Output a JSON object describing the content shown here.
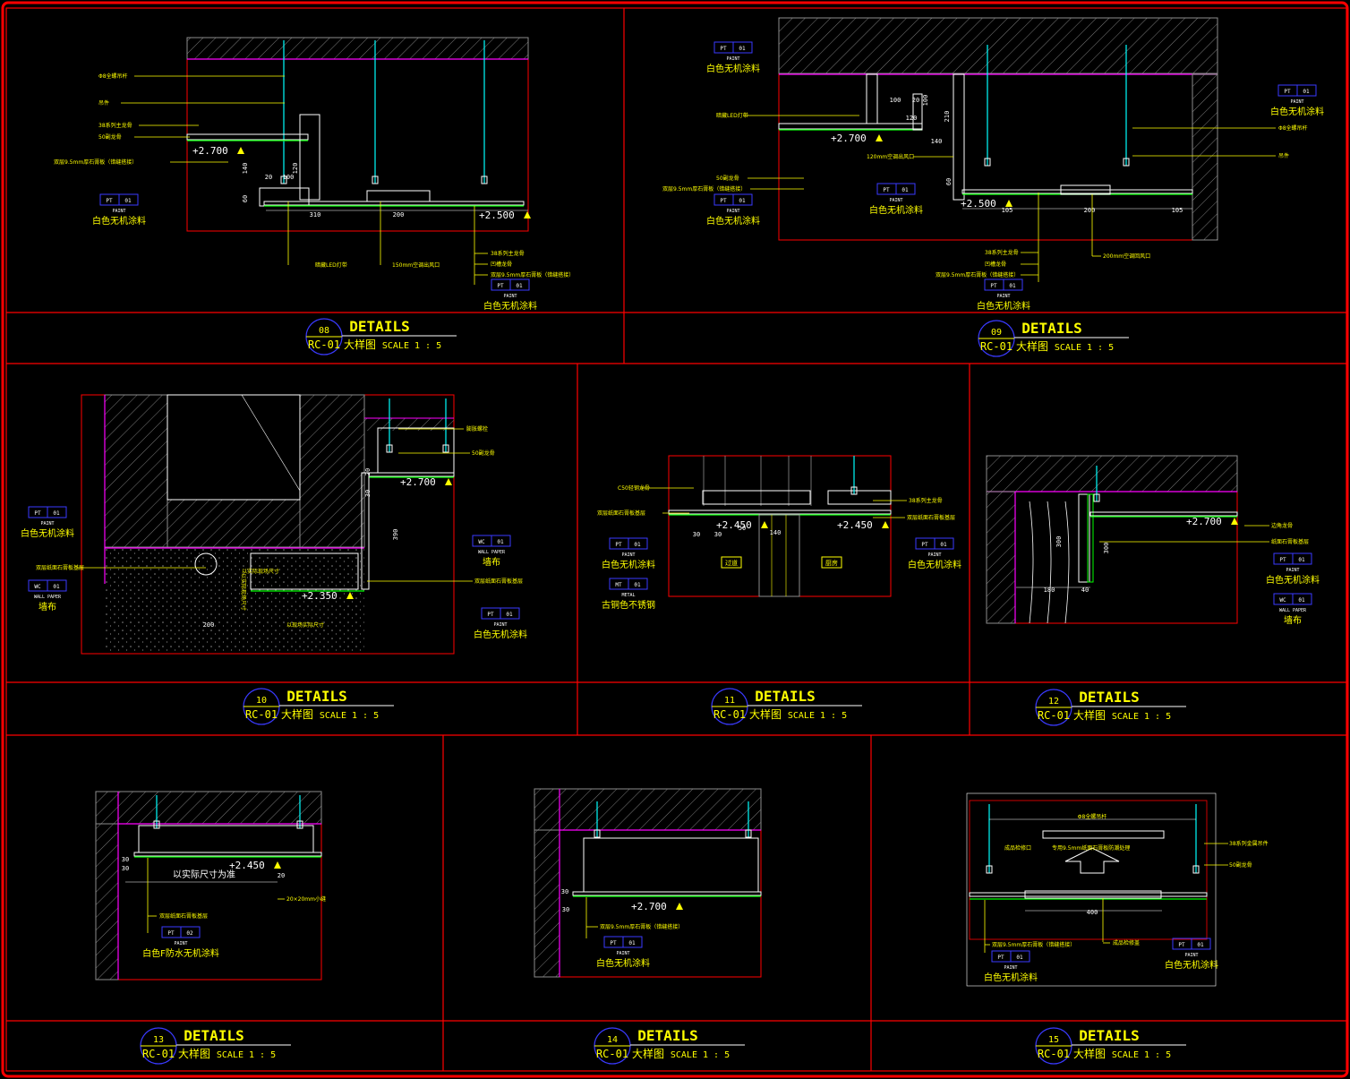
{
  "colors": {
    "background": "#000000",
    "frame": "#ff0000",
    "title": "#ffff00",
    "leader": "#ffff00",
    "cyan": "#00ffff",
    "magenta": "#ff00ff",
    "green": "#00ff00",
    "grey": "#8c8c8c",
    "tag": "#3a3aff",
    "white": "#ffffff"
  },
  "title_block": {
    "word": "DETAILS",
    "code": "RC-01",
    "cn": "大样图",
    "scale": "SCALE 1 : 5"
  },
  "details": [
    {
      "num": "08",
      "levels": [
        "+2.700",
        "+2.500"
      ],
      "dims": [
        "140",
        "60",
        "20",
        "100",
        "120",
        "310",
        "200"
      ],
      "notes": [
        "Φ8全螺吊杆",
        "吊件",
        "38系列主龙骨",
        "50副龙骨",
        "双层9.5mm厚石膏板（错缝搭接）",
        "暗藏LED灯带",
        "150mm空调出风口",
        "38系列主龙骨",
        "凹槽龙骨",
        "双层9.5mm厚石膏板（错缝搭接）"
      ],
      "tags": [
        {
          "code": "PT",
          "num": "01",
          "sub": "PAINT",
          "cn": "白色无机涂料"
        },
        {
          "code": "PT",
          "num": "01",
          "sub": "PAINT",
          "cn": "白色无机涂料"
        }
      ]
    },
    {
      "num": "09",
      "levels": [
        "+2.700",
        "+2.500"
      ],
      "dims": [
        "100",
        "20",
        "120",
        "140",
        "60",
        "100",
        "210",
        "105",
        "200",
        "105"
      ],
      "notes": [
        "暗藏LED灯带",
        "50副龙骨",
        "双层9.5mm厚石膏板（错缝搭接）",
        "120mm空调出风口",
        "Φ8全螺吊杆",
        "吊件",
        "38系列主龙骨",
        "凹槽龙骨",
        "双层9.5mm厚石膏板（错缝搭接）",
        "200mm空调回风口"
      ],
      "tags": [
        {
          "code": "PT",
          "num": "01",
          "sub": "PAINT",
          "cn": "白色无机涂料"
        },
        {
          "code": "PT",
          "num": "01",
          "sub": "PAINT",
          "cn": "白色无机涂料"
        },
        {
          "code": "PT",
          "num": "01",
          "sub": "PAINT",
          "cn": "白色无机涂料"
        },
        {
          "code": "PT",
          "num": "01",
          "sub": "PAINT",
          "cn": "白色无机涂料"
        },
        {
          "code": "PT",
          "num": "01",
          "sub": "PAINT",
          "cn": "白色无机涂料"
        }
      ]
    },
    {
      "num": "10",
      "levels": [
        "+2.700",
        "+2.350"
      ],
      "dims": [
        "20",
        "30",
        "390",
        "200"
      ],
      "notes": [
        "膨胀螺栓",
        "50副龙骨",
        "双层纸面石膏板基层",
        "双层纸面石膏板基层",
        "以实际现场尺寸",
        "以现场实际尺寸"
      ],
      "tags": [
        {
          "code": "PT",
          "num": "01",
          "sub": "PAINT",
          "cn": "白色无机涂料"
        },
        {
          "code": "WC",
          "num": "01",
          "sub": "WALL PAPER",
          "cn": "墙布"
        },
        {
          "code": "WC",
          "num": "01",
          "sub": "WALL PAPER",
          "cn": "墙布"
        },
        {
          "code": "PT",
          "num": "01",
          "sub": "PAINT",
          "cn": "白色无机涂料"
        }
      ]
    },
    {
      "num": "11",
      "levels": [
        "+2.450",
        "+2.450"
      ],
      "dims": [
        "30",
        "30",
        "50",
        "140"
      ],
      "notes": [
        "C50轻钢龙骨",
        "双层纸面石膏板基层",
        "38系列主龙骨",
        "双层纸面石膏板基层",
        "过道",
        "厨房"
      ],
      "tags": [
        {
          "code": "PT",
          "num": "01",
          "sub": "PAINT",
          "cn": "白色无机涂料"
        },
        {
          "code": "MT",
          "num": "01",
          "sub": "METAL",
          "cn": "古铜色不锈钢"
        },
        {
          "code": "PT",
          "num": "01",
          "sub": "PAINT",
          "cn": "白色无机涂料"
        }
      ]
    },
    {
      "num": "12",
      "levels": [
        "+2.700"
      ],
      "dims": [
        "300",
        "300",
        "180",
        "40"
      ],
      "notes": [
        "边角龙骨",
        "纸面石膏板基层"
      ],
      "tags": [
        {
          "code": "PT",
          "num": "01",
          "sub": "PAINT",
          "cn": "白色无机涂料"
        },
        {
          "code": "WC",
          "num": "01",
          "sub": "WALL PAPER",
          "cn": "墙布"
        }
      ]
    },
    {
      "num": "13",
      "levels": [
        "+2.450"
      ],
      "dims": [
        "30",
        "30",
        "20"
      ],
      "notes": [
        "以实际尺寸为准",
        "20×20mm小缝",
        "双层纸面石膏板基层"
      ],
      "tags": [
        {
          "code": "PT",
          "num": "02",
          "sub": "PAINT",
          "cn": "白色F防水无机涂料"
        }
      ]
    },
    {
      "num": "14",
      "levels": [
        "+2.700"
      ],
      "dims": [
        "30",
        "30"
      ],
      "notes": [
        "双层9.5mm厚石膏板（错缝搭接）"
      ],
      "tags": [
        {
          "code": "PT",
          "num": "01",
          "sub": "PAINT",
          "cn": "白色无机涂料"
        }
      ]
    },
    {
      "num": "15",
      "levels": [],
      "dims": [
        "400"
      ],
      "notes": [
        "Φ8全螺吊杆",
        "成品检修口",
        "专用9.5mm纸面石膏板防潮处理",
        "38系列金属吊件",
        "50副龙骨",
        "双层9.5mm厚石膏板（错缝搭接）",
        "成品检修盖"
      ],
      "tags": [
        {
          "code": "PT",
          "num": "01",
          "sub": "PAINT",
          "cn": "白色无机涂料"
        },
        {
          "code": "PT",
          "num": "01",
          "sub": "PAINT",
          "cn": "白色无机涂料"
        }
      ]
    }
  ]
}
